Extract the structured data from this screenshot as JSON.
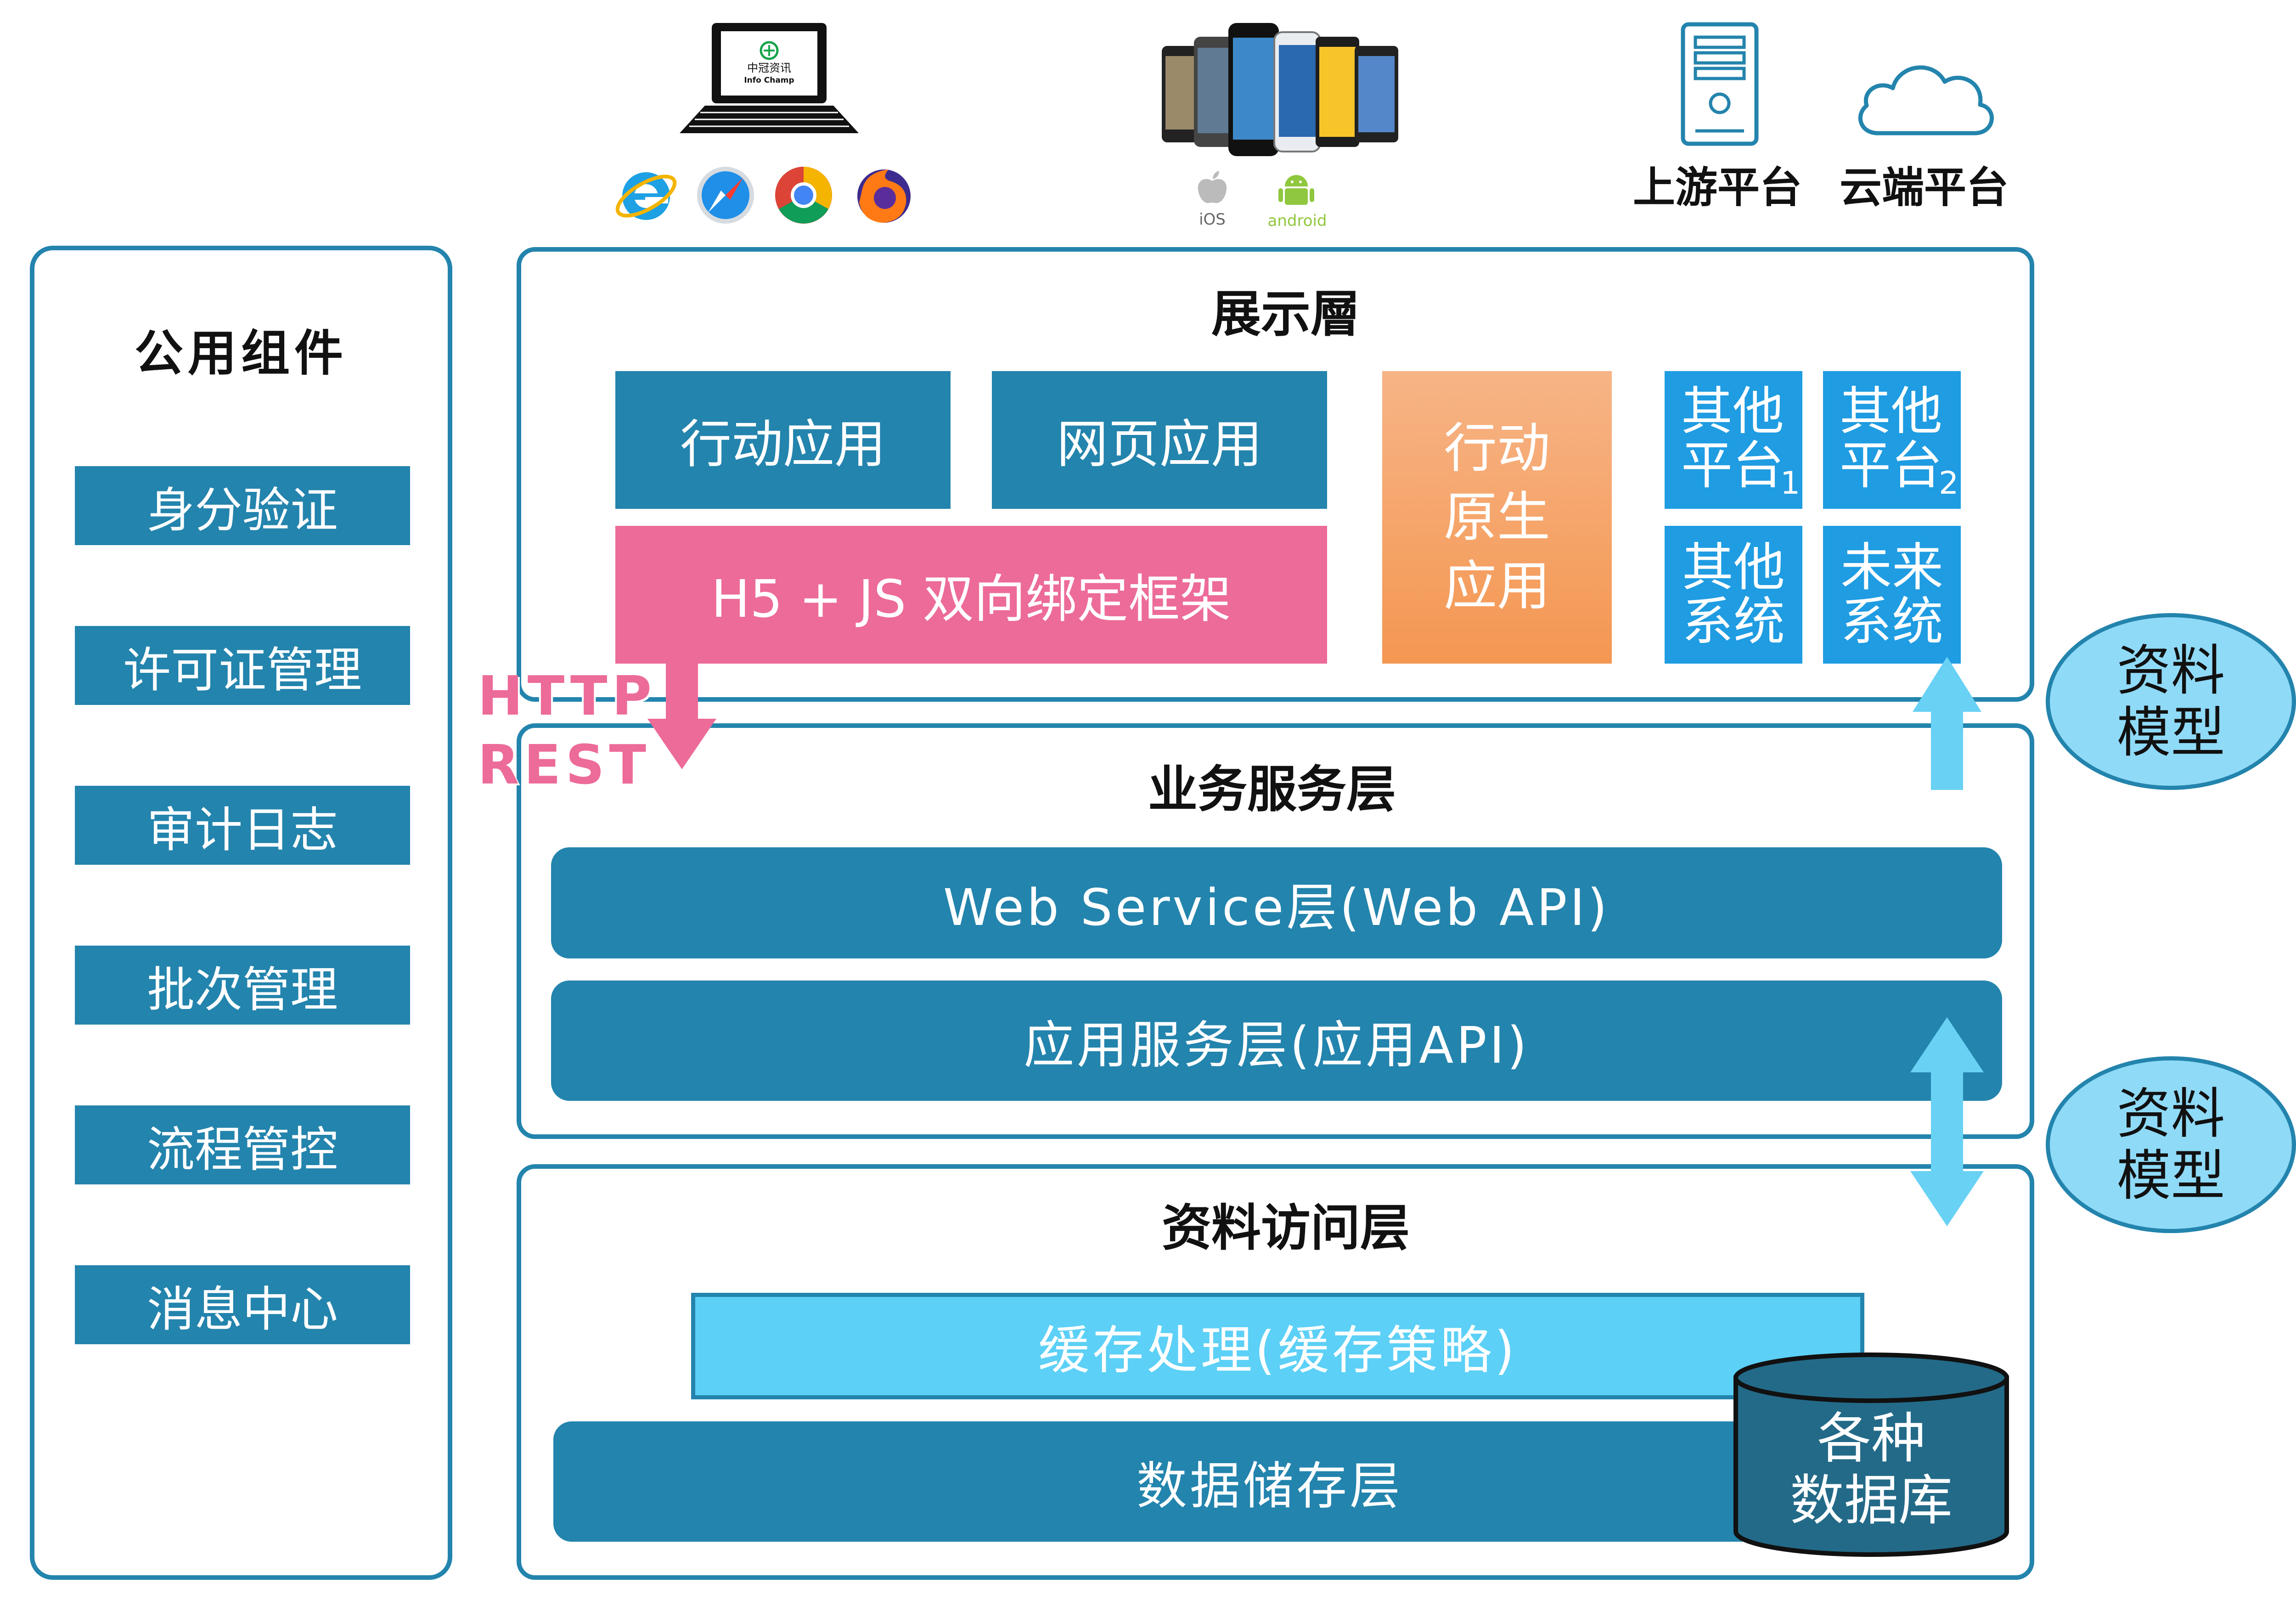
{
  "common": {
    "title": "公用组件",
    "items": [
      "身分验证",
      "许可证管理",
      "审计日志",
      "批次管理",
      "流程管控",
      "消息中心"
    ]
  },
  "top": {
    "laptop_screen_text": "中冠资讯",
    "laptop_screen_subtext": "Info Champ",
    "mobile_os": [
      "iOS",
      "android"
    ],
    "upstream": "上游平台",
    "cloud": "云端平台"
  },
  "presentation": {
    "title": "展示層",
    "mobile_app": "行动应用",
    "web_app": "网页应用",
    "framework": "H5 + JS 双向绑定框架",
    "native_app": [
      "行动",
      "原生",
      "应用"
    ],
    "other1": [
      "其他",
      "平台"
    ],
    "other1_sub": "1",
    "other2": [
      "其他",
      "平台"
    ],
    "other2_sub": "2",
    "other_sys": [
      "其他",
      "系统"
    ],
    "future_sys": [
      "未来",
      "系统"
    ]
  },
  "protocol": {
    "line1": "HTTP",
    "line2": "REST"
  },
  "business": {
    "title": "业务服务层",
    "web_service": "Web Service层(Web API)",
    "app_service": "应用服务层(应用API)"
  },
  "data_access": {
    "title": "资料访问层",
    "cache": "缓存处理(缓存策略)",
    "storage": "数据储存层",
    "database": [
      "各种",
      "数据库"
    ]
  },
  "model_badge_1": [
    "资料",
    "模型"
  ],
  "model_badge_2": [
    "资料",
    "模型"
  ],
  "colors": {
    "primary": "#2384ad",
    "pink": "#ec6b99",
    "orange": "#f49a58",
    "light_blue": "#5cd0f6",
    "arrow_blue": "#68d1f4",
    "badge": "#8fdaf7",
    "db": "#236a88"
  }
}
